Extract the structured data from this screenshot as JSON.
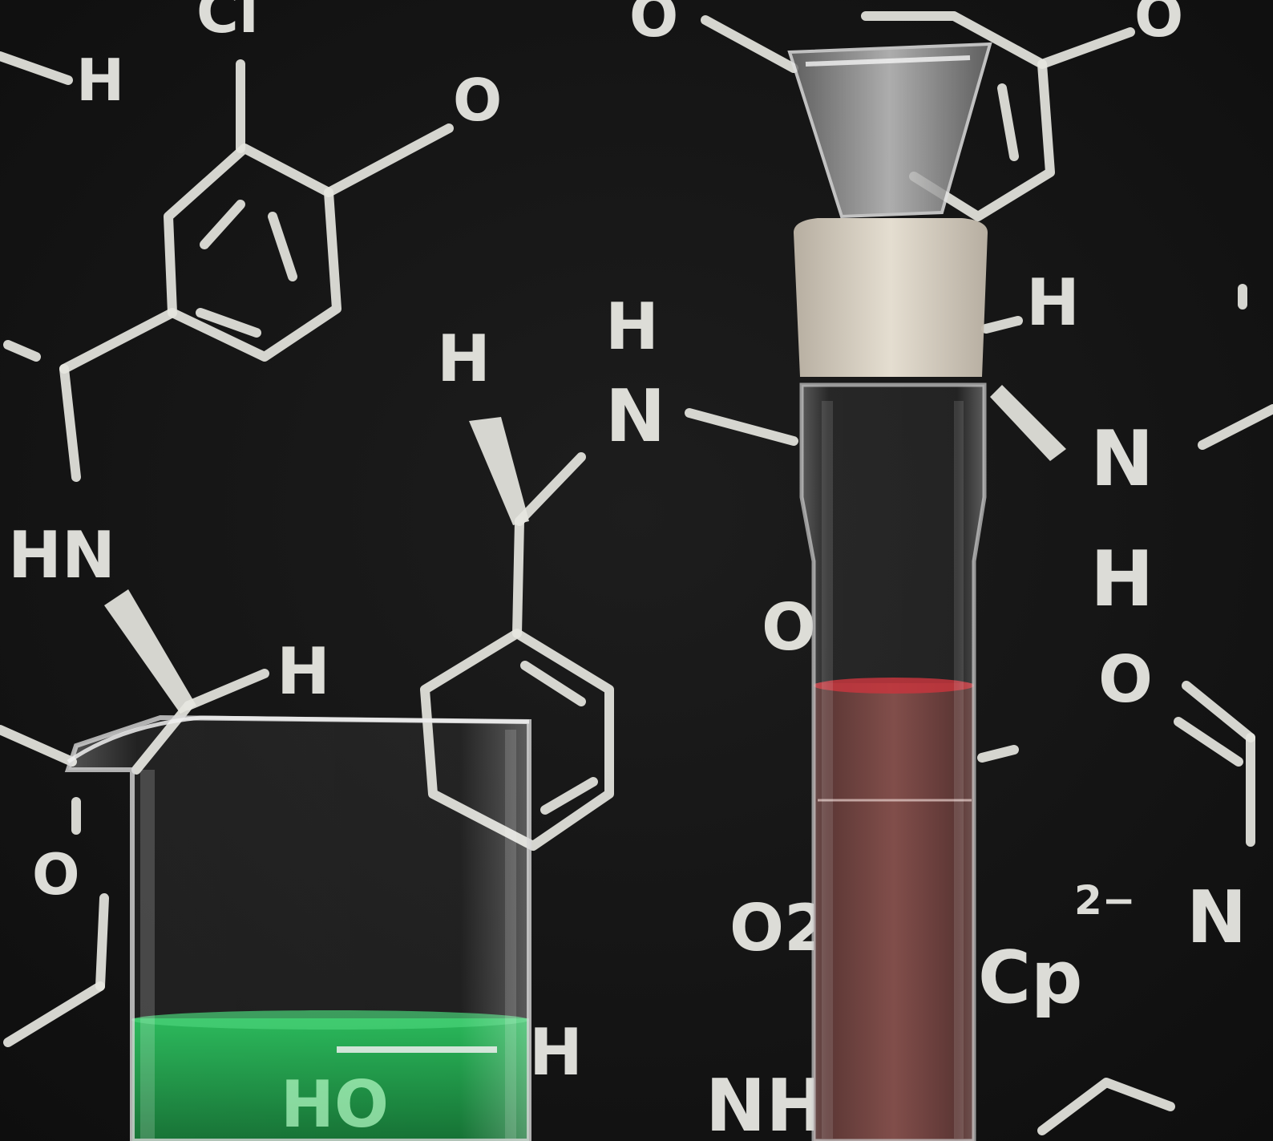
{
  "scene": {
    "background_color": "#141414",
    "chalk_color": "#e6e6e0",
    "beaker_liquid_color": "#0f8a3a",
    "cylinder_liquid_color": "#6e3a36"
  },
  "chalk_labels": {
    "h_top_left": "H",
    "cl_top": "Cl",
    "o_upper_left": "O",
    "o_top_mid": "O",
    "o_top_right": "O",
    "h_amine_left": "H",
    "h_amine_right": "H",
    "n_amine": "N",
    "h_stopper_right": "H",
    "n_right": "N",
    "h_right": "H",
    "o_right": "O",
    "hn_left": "HN",
    "h_mid_left": "H",
    "o_lower_left": "O",
    "o_behind_cylinder": "O",
    "o2_bottom": "O2",
    "cp_bottom": "Cp",
    "superscript_2minus": "2−",
    "n_bottom_right": "N",
    "h_bottom_mid": "H",
    "nh_bottom": "NH",
    "ho_beaker": "HO"
  }
}
